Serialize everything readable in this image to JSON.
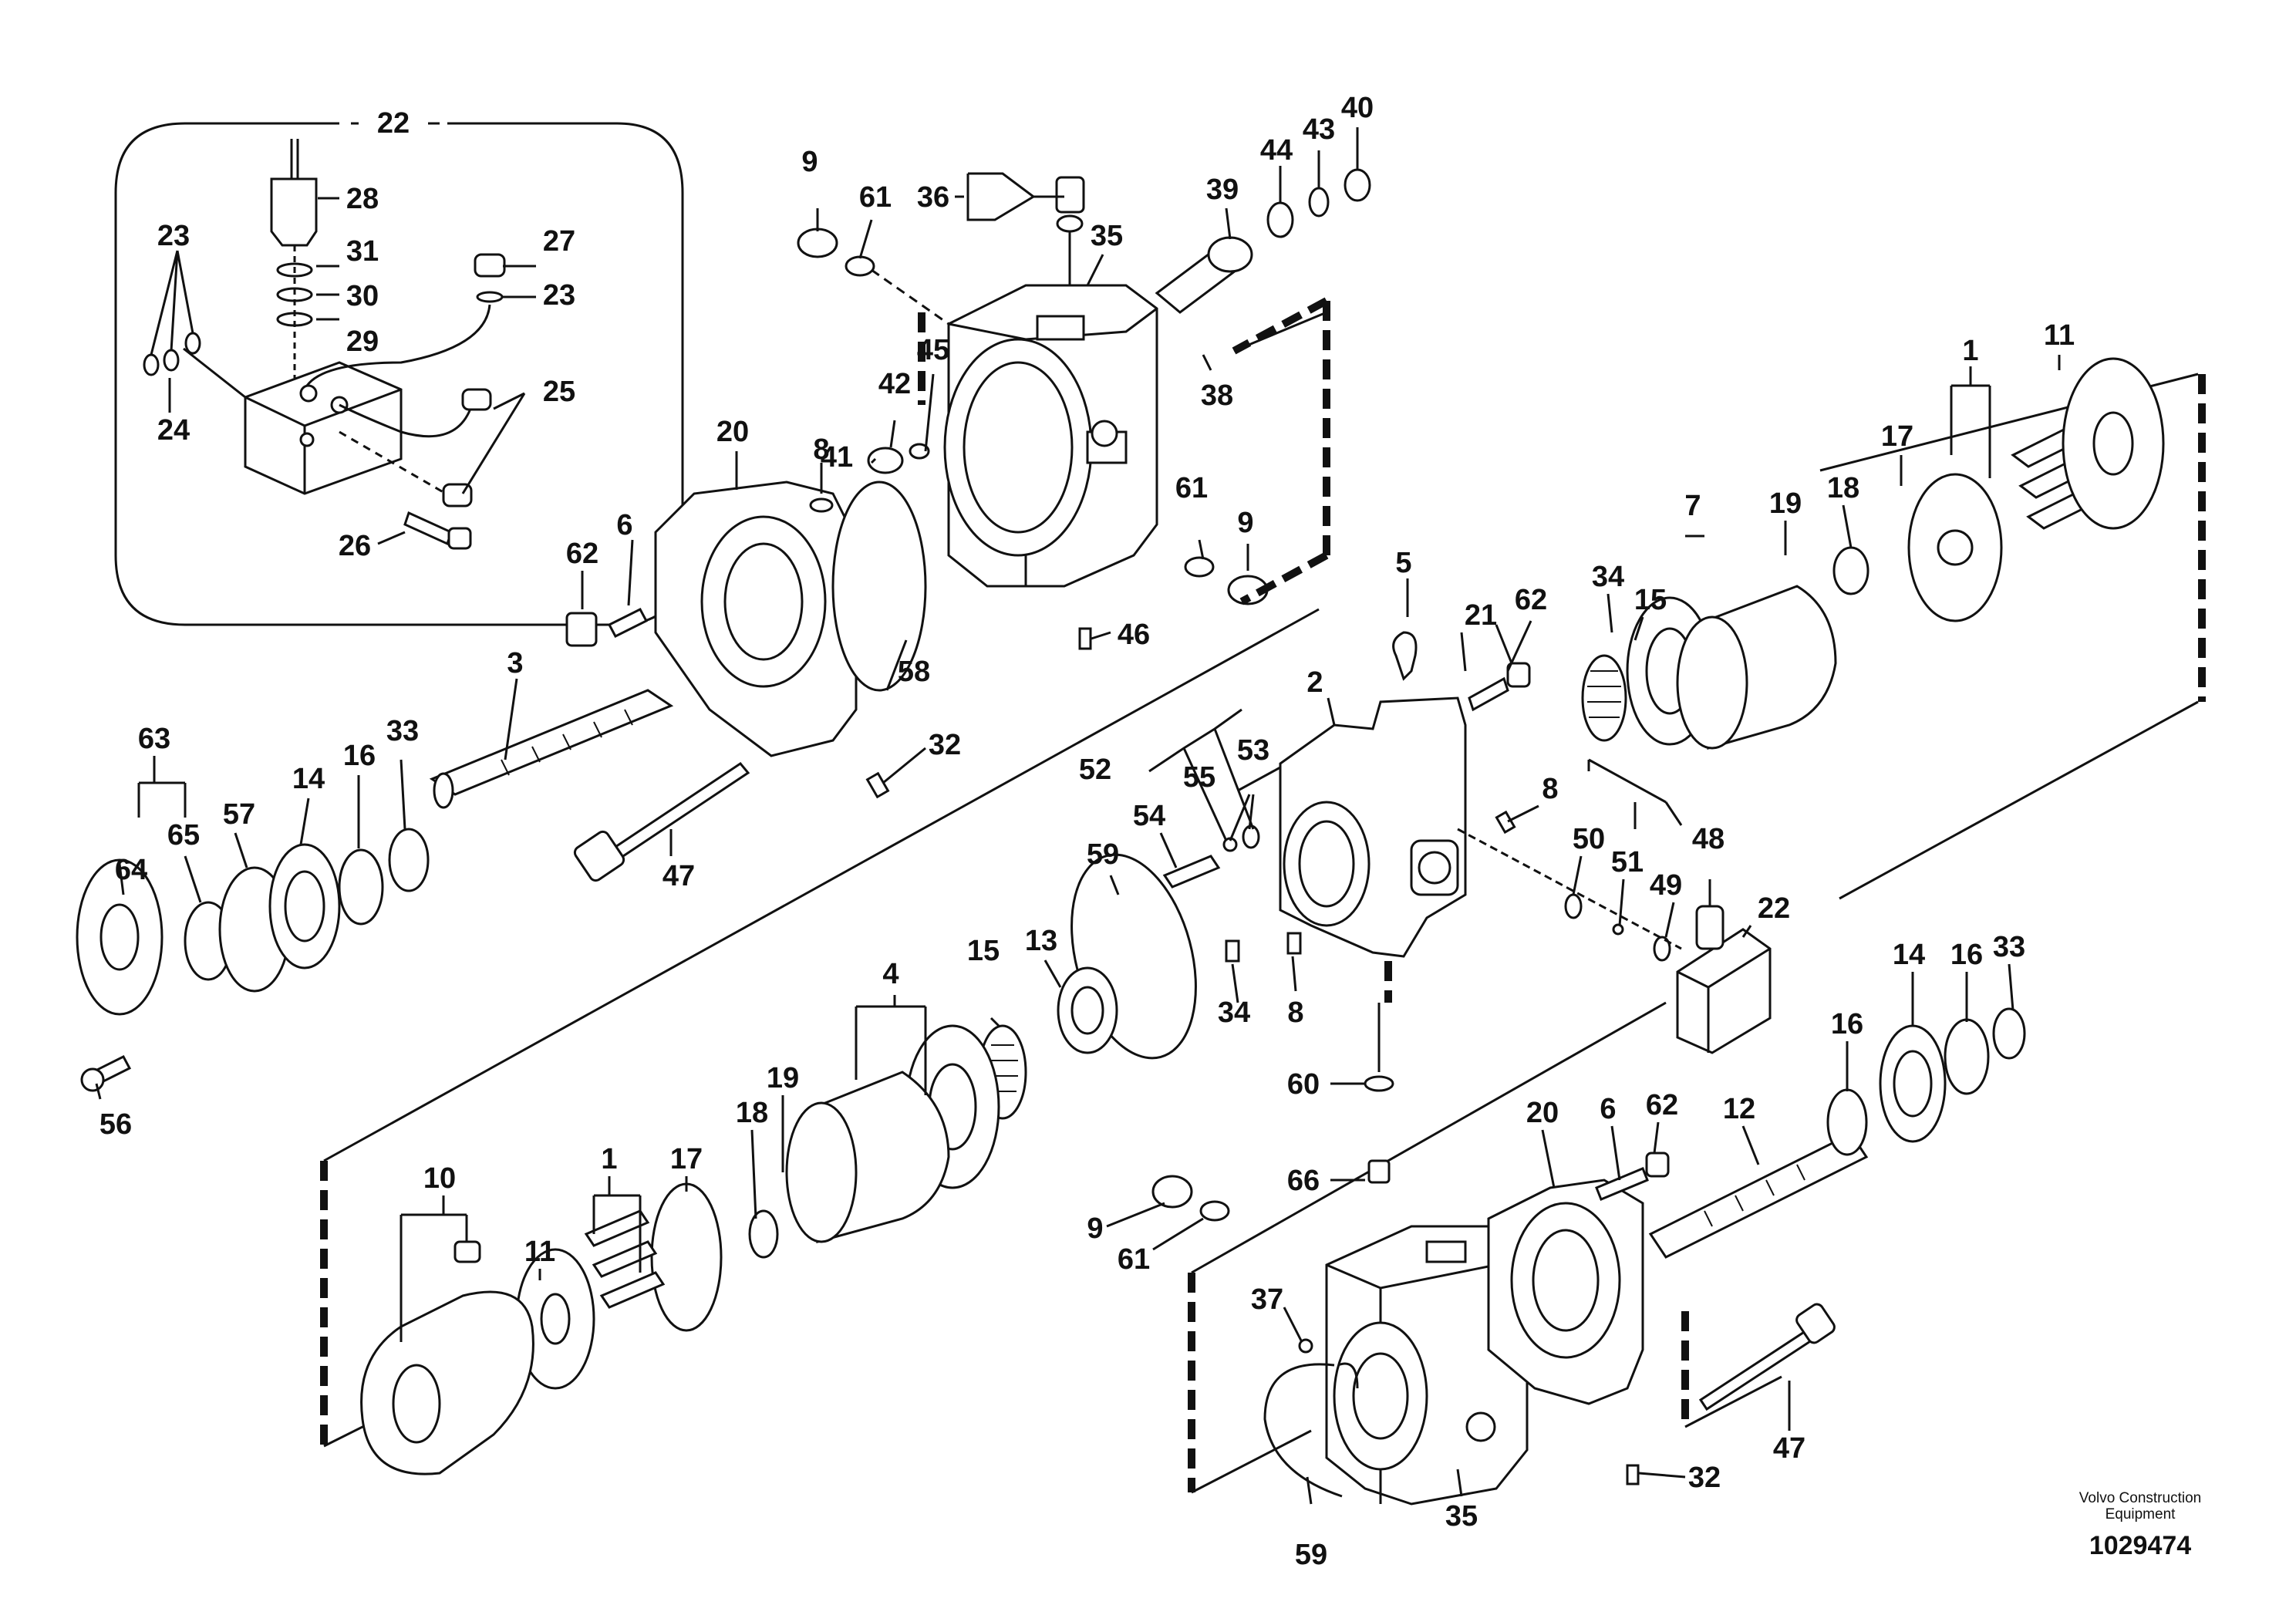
{
  "diagram": {
    "callouts": [
      {
        "id": "c22a",
        "text": "22"
      },
      {
        "id": "c28",
        "text": "28"
      },
      {
        "id": "c23a",
        "text": "23"
      },
      {
        "id": "c31",
        "text": "31"
      },
      {
        "id": "c27",
        "text": "27"
      },
      {
        "id": "c30",
        "text": "30"
      },
      {
        "id": "c23b",
        "text": "23"
      },
      {
        "id": "c29",
        "text": "29"
      },
      {
        "id": "c24",
        "text": "24"
      },
      {
        "id": "c25",
        "text": "25"
      },
      {
        "id": "c26",
        "text": "26"
      },
      {
        "id": "c9a",
        "text": "9"
      },
      {
        "id": "c61a",
        "text": "61"
      },
      {
        "id": "c36",
        "text": "36"
      },
      {
        "id": "c35a",
        "text": "35"
      },
      {
        "id": "c39",
        "text": "39"
      },
      {
        "id": "c44",
        "text": "44"
      },
      {
        "id": "c43",
        "text": "43"
      },
      {
        "id": "c40",
        "text": "40"
      },
      {
        "id": "c38",
        "text": "38"
      },
      {
        "id": "c45",
        "text": "45"
      },
      {
        "id": "c42",
        "text": "42"
      },
      {
        "id": "c41",
        "text": "41"
      },
      {
        "id": "c61b",
        "text": "61"
      },
      {
        "id": "c9b",
        "text": "9"
      },
      {
        "id": "c46",
        "text": "46"
      },
      {
        "id": "c20a",
        "text": "20"
      },
      {
        "id": "c8a",
        "text": "8"
      },
      {
        "id": "c6a",
        "text": "6"
      },
      {
        "id": "c62a",
        "text": "62"
      },
      {
        "id": "c58",
        "text": "58"
      },
      {
        "id": "c3",
        "text": "3"
      },
      {
        "id": "c32a",
        "text": "32"
      },
      {
        "id": "c47a",
        "text": "47"
      },
      {
        "id": "c63",
        "text": "63"
      },
      {
        "id": "c65",
        "text": "65"
      },
      {
        "id": "c57",
        "text": "57"
      },
      {
        "id": "c14a",
        "text": "14"
      },
      {
        "id": "c16a",
        "text": "16"
      },
      {
        "id": "c33a",
        "text": "33"
      },
      {
        "id": "c64",
        "text": "64"
      },
      {
        "id": "c56",
        "text": "56"
      },
      {
        "id": "c1a",
        "text": "1"
      },
      {
        "id": "c11a",
        "text": "11"
      },
      {
        "id": "c17a",
        "text": "17"
      },
      {
        "id": "c7",
        "text": "7"
      },
      {
        "id": "c19a",
        "text": "19"
      },
      {
        "id": "c18a",
        "text": "18"
      },
      {
        "id": "c34a",
        "text": "34"
      },
      {
        "id": "c15a",
        "text": "15"
      },
      {
        "id": "c5",
        "text": "5"
      },
      {
        "id": "c21",
        "text": "21"
      },
      {
        "id": "c62b",
        "text": "62"
      },
      {
        "id": "c2",
        "text": "2"
      },
      {
        "id": "c52",
        "text": "52"
      },
      {
        "id": "c55",
        "text": "55"
      },
      {
        "id": "c53",
        "text": "53"
      },
      {
        "id": "c54",
        "text": "54"
      },
      {
        "id": "c8b",
        "text": "8"
      },
      {
        "id": "c50",
        "text": "50"
      },
      {
        "id": "c51",
        "text": "51"
      },
      {
        "id": "c48",
        "text": "48"
      },
      {
        "id": "c49",
        "text": "49"
      },
      {
        "id": "c22b",
        "text": "22"
      },
      {
        "id": "c59a",
        "text": "59"
      },
      {
        "id": "c13",
        "text": "13"
      },
      {
        "id": "c15b",
        "text": "15"
      },
      {
        "id": "c4",
        "text": "4"
      },
      {
        "id": "c34b",
        "text": "34"
      },
      {
        "id": "c8c",
        "text": "8"
      },
      {
        "id": "c60",
        "text": "60"
      },
      {
        "id": "c66",
        "text": "66"
      },
      {
        "id": "c19b",
        "text": "19"
      },
      {
        "id": "c18b",
        "text": "18"
      },
      {
        "id": "c1b",
        "text": "1"
      },
      {
        "id": "c17b",
        "text": "17"
      },
      {
        "id": "c10",
        "text": "10"
      },
      {
        "id": "c11b",
        "text": "11"
      },
      {
        "id": "c33b",
        "text": "33"
      },
      {
        "id": "c16b",
        "text": "16"
      },
      {
        "id": "c14b",
        "text": "14"
      },
      {
        "id": "c16c",
        "text": "16"
      },
      {
        "id": "c12",
        "text": "12"
      },
      {
        "id": "c62c",
        "text": "62"
      },
      {
        "id": "c6b",
        "text": "6"
      },
      {
        "id": "c20b",
        "text": "20"
      },
      {
        "id": "c9c",
        "text": "9"
      },
      {
        "id": "c61c",
        "text": "61"
      },
      {
        "id": "c37",
        "text": "37"
      },
      {
        "id": "c32b",
        "text": "32"
      },
      {
        "id": "c47b",
        "text": "47"
      },
      {
        "id": "c35b",
        "text": "35"
      },
      {
        "id": "c59b",
        "text": "59"
      }
    ]
  },
  "footer": {
    "manufacturer_line1": "Volvo Construction",
    "manufacturer_line2": "Equipment",
    "drawing_number": "1029474"
  }
}
